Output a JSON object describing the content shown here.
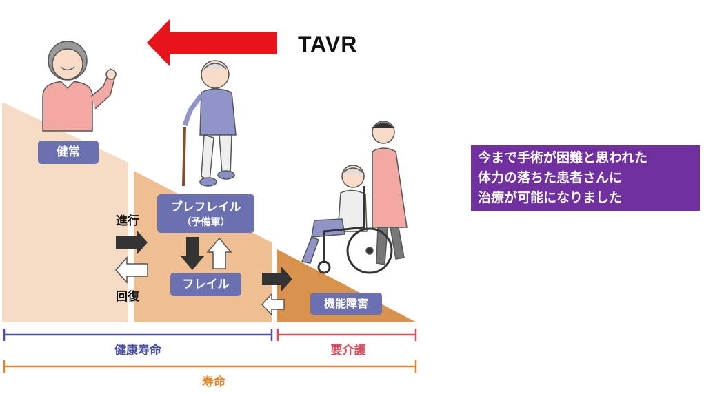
{
  "top": {
    "tavr_label": "TAVR"
  },
  "stages": {
    "healthy": "健常",
    "prefrail_main": "プレフレイル",
    "prefrail_sub": "（予備軍）",
    "frail": "フレイル",
    "disability": "機能障害"
  },
  "transitions": {
    "progress": "進行",
    "recovery": "回復"
  },
  "spans": {
    "healthy_life": "健康寿命",
    "care_needed": "要介護",
    "lifespan": "寿命"
  },
  "note": {
    "line1": "今まで手術が困難と思われた",
    "line2": "体力の落ちた患者さんに",
    "line3": "治療が可能になりました"
  },
  "colors": {
    "arrow_red": "#e8141c",
    "stage_box": "#6b70b0",
    "healthy_line": "#4a4f9e",
    "care_line": "#d94b5a",
    "lifespan_line": "#e0862c",
    "note_bg": "#7030a0"
  }
}
